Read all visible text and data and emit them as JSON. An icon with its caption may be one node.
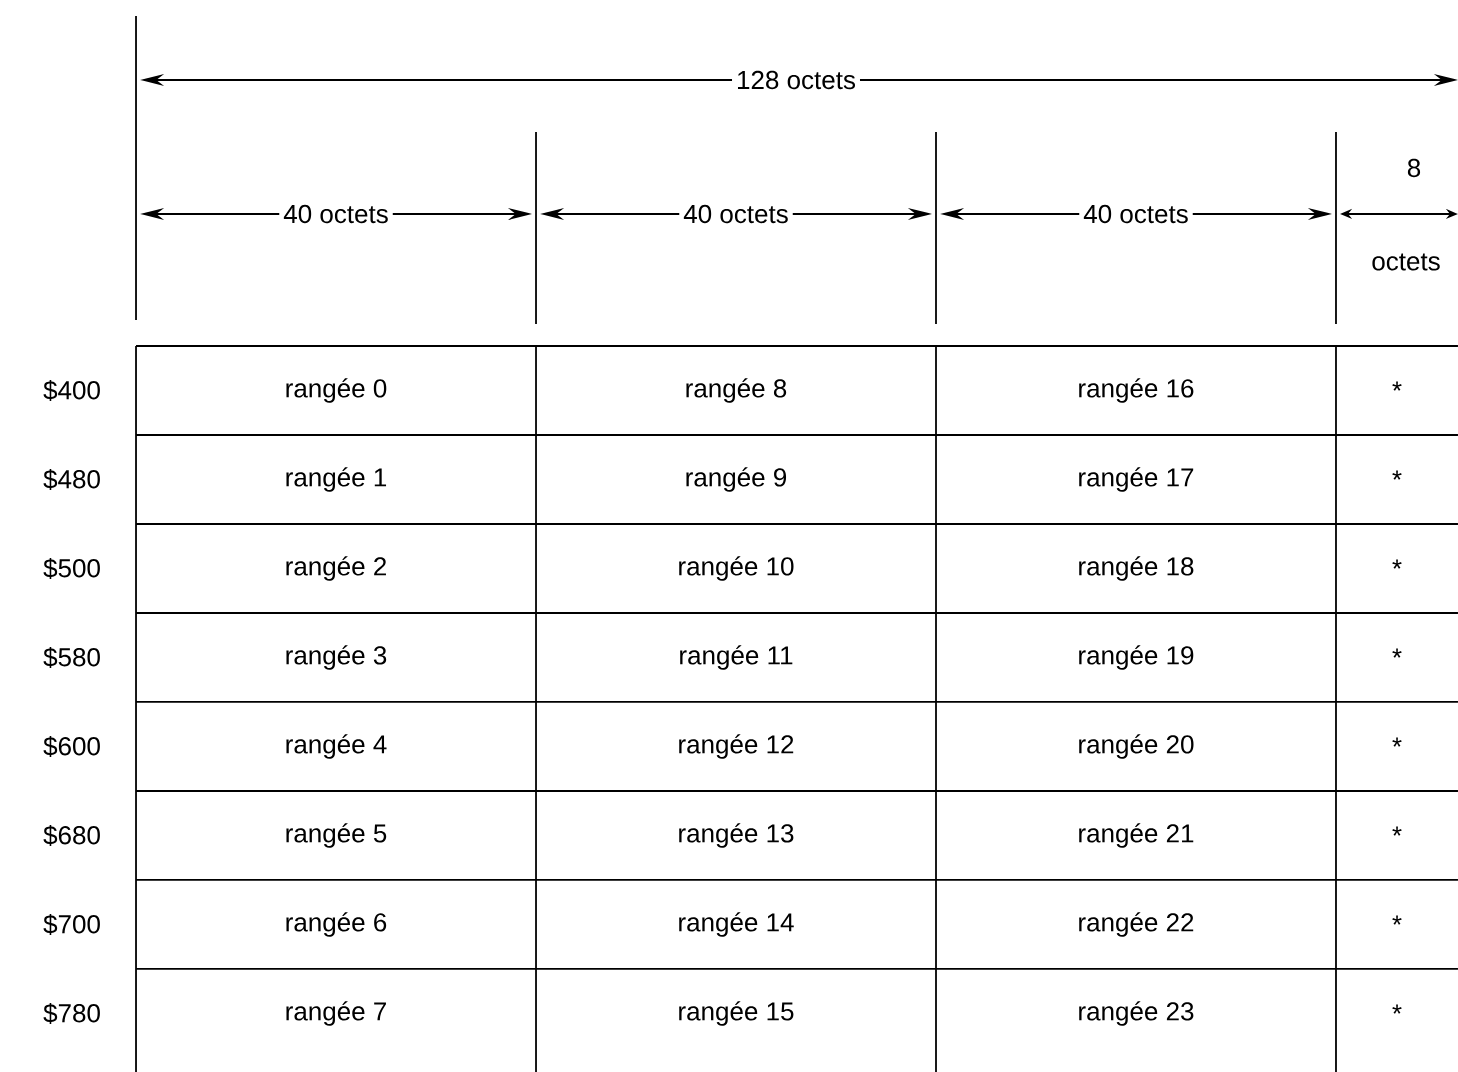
{
  "diagram": {
    "labels": [
      "128 octets",
      "40 octets",
      "40 octets",
      "40 octets",
      "8",
      "octets",
      "$400",
      "rangée 0",
      "rangée 8",
      "rangée 16",
      "*",
      "$480",
      "rangée 1",
      "rangée 9",
      "rangée 17",
      "*",
      "$500",
      "rangée 2",
      "rangée 10",
      "rangée 18",
      "*",
      "$580",
      "rangée 3",
      "rangée 11",
      "rangée 19",
      "*",
      "$600",
      "rangée 4",
      "rangée 12",
      "rangée 20",
      "*",
      "$680",
      "rangée 5",
      "rangée 13",
      "rangée 21",
      "*",
      "$700",
      "rangée 6",
      "rangée 14",
      "rangée 22",
      "*",
      "$780",
      "rangée 7",
      "rangée 15",
      "rangée 23",
      "*"
    ]
  }
}
